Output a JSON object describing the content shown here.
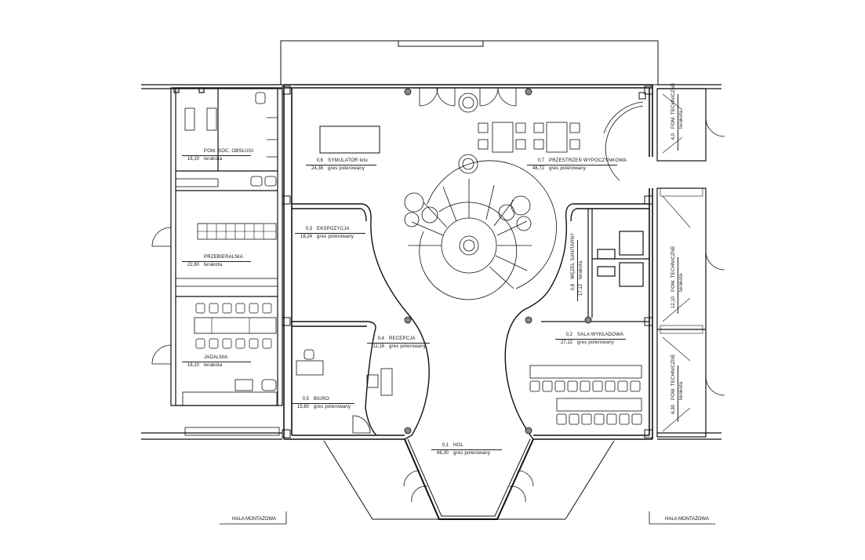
{
  "rooms": [
    {
      "num": "0,1",
      "name": "HOL",
      "area": "66,30",
      "floor": "gres polerowany"
    },
    {
      "num": "0,2",
      "name": "SALA WYKŁADOWA",
      "area": "27,12",
      "floor": "gres polerowany"
    },
    {
      "num": "0,3",
      "name": "EKSPOZYCJA",
      "area": "18,24",
      "floor": "gres polerowany"
    },
    {
      "num": "0,4",
      "name": "RECEPCJA",
      "area": "11,18",
      "floor": "gres polerowany"
    },
    {
      "num": "0,5",
      "name": "BIURO",
      "area": "15,60",
      "floor": "gres polerowany"
    },
    {
      "num": "0,6",
      "name": "SYMULATOR lotu",
      "area": "24,38",
      "floor": "gres polerowany"
    },
    {
      "num": "0,7",
      "name": "PRZESTRZEŃ WYPOCZYNKOWA",
      "area": "48,72",
      "floor": "gres polerowany"
    },
    {
      "num": "0,8",
      "name": "WĘZEŁ SANITARNY",
      "area": "17,12",
      "floor": "terakota"
    }
  ],
  "left_wing": [
    {
      "name": "POM. SOC. OBSŁUGI",
      "area": "16,10",
      "floor": "terakota"
    },
    {
      "name": "PRZEBIERALNIA",
      "area": "22,60",
      "floor": "terakota"
    },
    {
      "name": "JADALNIA",
      "area": "16,10",
      "floor": "terakota"
    }
  ],
  "right_wing": [
    {
      "name": "POM. TECHNICZNE",
      "area": "4,0",
      "floor": "terakota"
    },
    {
      "name": "POM. TECHNICZNE",
      "area": "12,10",
      "floor": "terakota"
    },
    {
      "name": "POM. TECHNICZNE",
      "area": "6,30",
      "floor": "terakota"
    }
  ],
  "halls": {
    "left": "HALA MONTAŻOWA",
    "right": "HALA MONTAŻOWA"
  }
}
